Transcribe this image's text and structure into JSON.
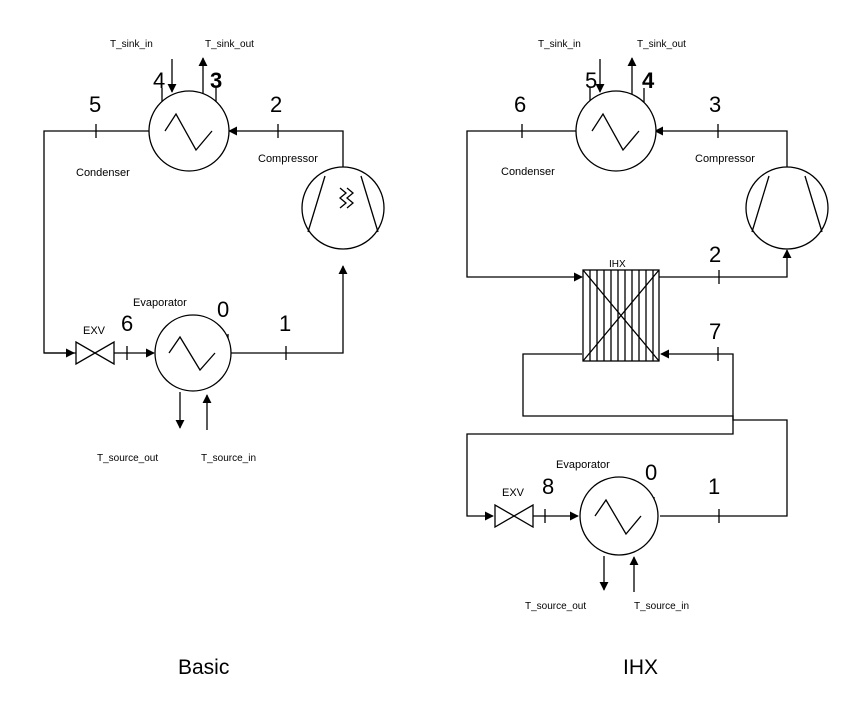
{
  "basic": {
    "caption": "Basic",
    "labels": {
      "sink_in": "T_sink_in",
      "sink_out": "T_sink_out",
      "condenser": "Condenser",
      "compressor": "Compressor",
      "evaporator": "Evaporator",
      "exv": "EXV",
      "source_out": "T_source_out",
      "source_in": "T_source_in"
    },
    "states": {
      "s0": "0",
      "s1": "1",
      "s2": "2",
      "s3": "3",
      "s4": "4",
      "s5": "5",
      "s6": "6"
    }
  },
  "ihx": {
    "caption": "IHX",
    "labels": {
      "sink_in": "T_sink_in",
      "sink_out": "T_sink_out",
      "condenser": "Condenser",
      "compressor": "Compressor",
      "ihx": "IHX",
      "evaporator": "Evaporator",
      "exv": "EXV",
      "source_out": "T_source_out",
      "source_in": "T_source_in"
    },
    "states": {
      "s0": "0",
      "s1": "1",
      "s2": "2",
      "s3": "3",
      "s4": "4",
      "s5": "5",
      "s6": "6",
      "s7": "7",
      "s8": "8"
    }
  }
}
